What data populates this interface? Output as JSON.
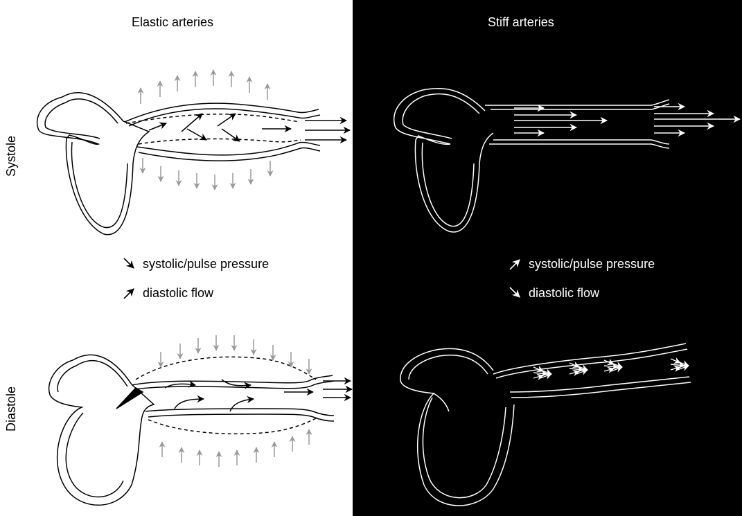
{
  "panels": {
    "elastic": {
      "heading": "Elastic arteries",
      "legend": [
        {
          "glyph": "arrow-down-right",
          "text": "systolic/pulse pressure"
        },
        {
          "glyph": "arrow-up-right",
          "text": "diastolic flow"
        }
      ]
    },
    "stiff": {
      "heading": "Stiff arteries",
      "legend": [
        {
          "glyph": "arrow-up-right",
          "text": "systolic/pulse pressure"
        },
        {
          "glyph": "arrow-down-right",
          "text": "diastolic flow"
        }
      ]
    }
  },
  "rows": {
    "systole": "Systole",
    "diastole": "Diastole"
  },
  "colors": {
    "elastic_background": "#ffffff",
    "stiff_background": "#000000",
    "pressure_arrows": "#999999"
  }
}
